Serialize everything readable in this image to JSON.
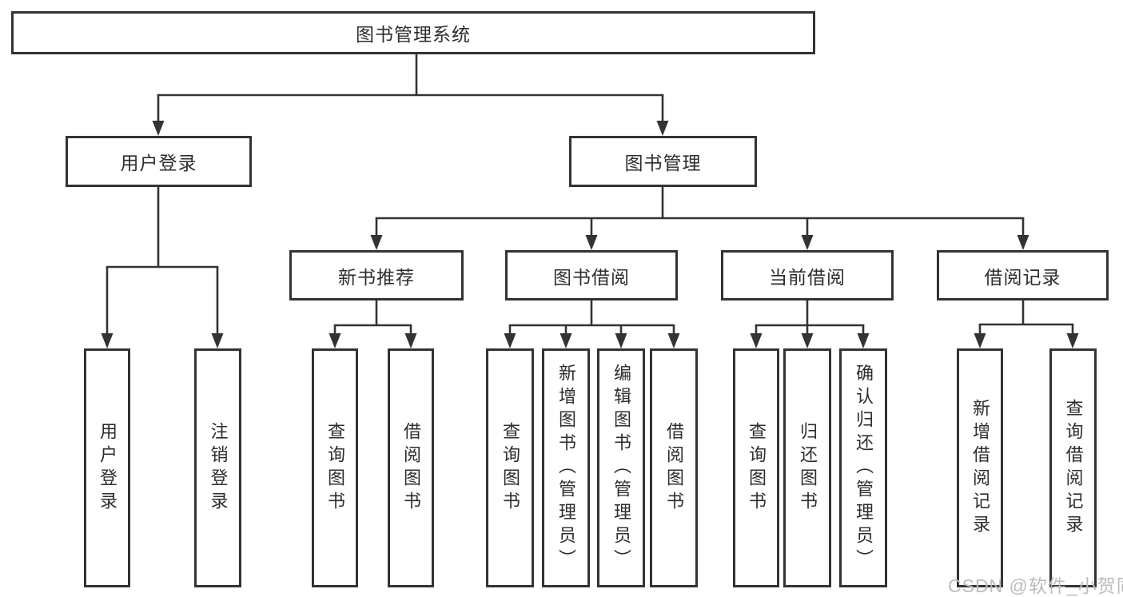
{
  "diagram": {
    "watermark": "CSDN @软件_小贺同学",
    "colors": {
      "line": "#333333",
      "node_border": "#333333",
      "text": "#2d2d2d",
      "watermark": "#bcbcbc",
      "background": "#ffffff"
    }
  },
  "tree": {
    "root": {
      "label": "图书管理系统"
    },
    "level2": [
      {
        "label": "用户登录"
      },
      {
        "label": "图书管理"
      }
    ],
    "level3": [
      {
        "label": "新书推荐",
        "parent": "图书管理"
      },
      {
        "label": "图书借阅",
        "parent": "图书管理"
      },
      {
        "label": "当前借阅",
        "parent": "图书管理"
      },
      {
        "label": "借阅记录",
        "parent": "图书管理"
      }
    ],
    "leaves": [
      {
        "label": "用户登录",
        "parent": "用户登录"
      },
      {
        "label": "注销登录",
        "parent": "用户登录"
      },
      {
        "label": "查询图书",
        "parent": "新书推荐"
      },
      {
        "label": "借阅图书",
        "parent": "新书推荐"
      },
      {
        "label": "查询图书",
        "parent": "图书借阅"
      },
      {
        "label": "新增图书（管理员）",
        "parent": "图书借阅"
      },
      {
        "label": "编辑图书（管理员）",
        "parent": "图书借阅"
      },
      {
        "label": "借阅图书",
        "parent": "图书借阅"
      },
      {
        "label": "查询图书",
        "parent": "当前借阅"
      },
      {
        "label": "归还图书",
        "parent": "当前借阅"
      },
      {
        "label": "确认归还（管理员）",
        "parent": "当前借阅"
      },
      {
        "label": "新增借阅记录",
        "parent": "借阅记录"
      },
      {
        "label": "查询借阅记录",
        "parent": "借阅记录"
      }
    ]
  }
}
